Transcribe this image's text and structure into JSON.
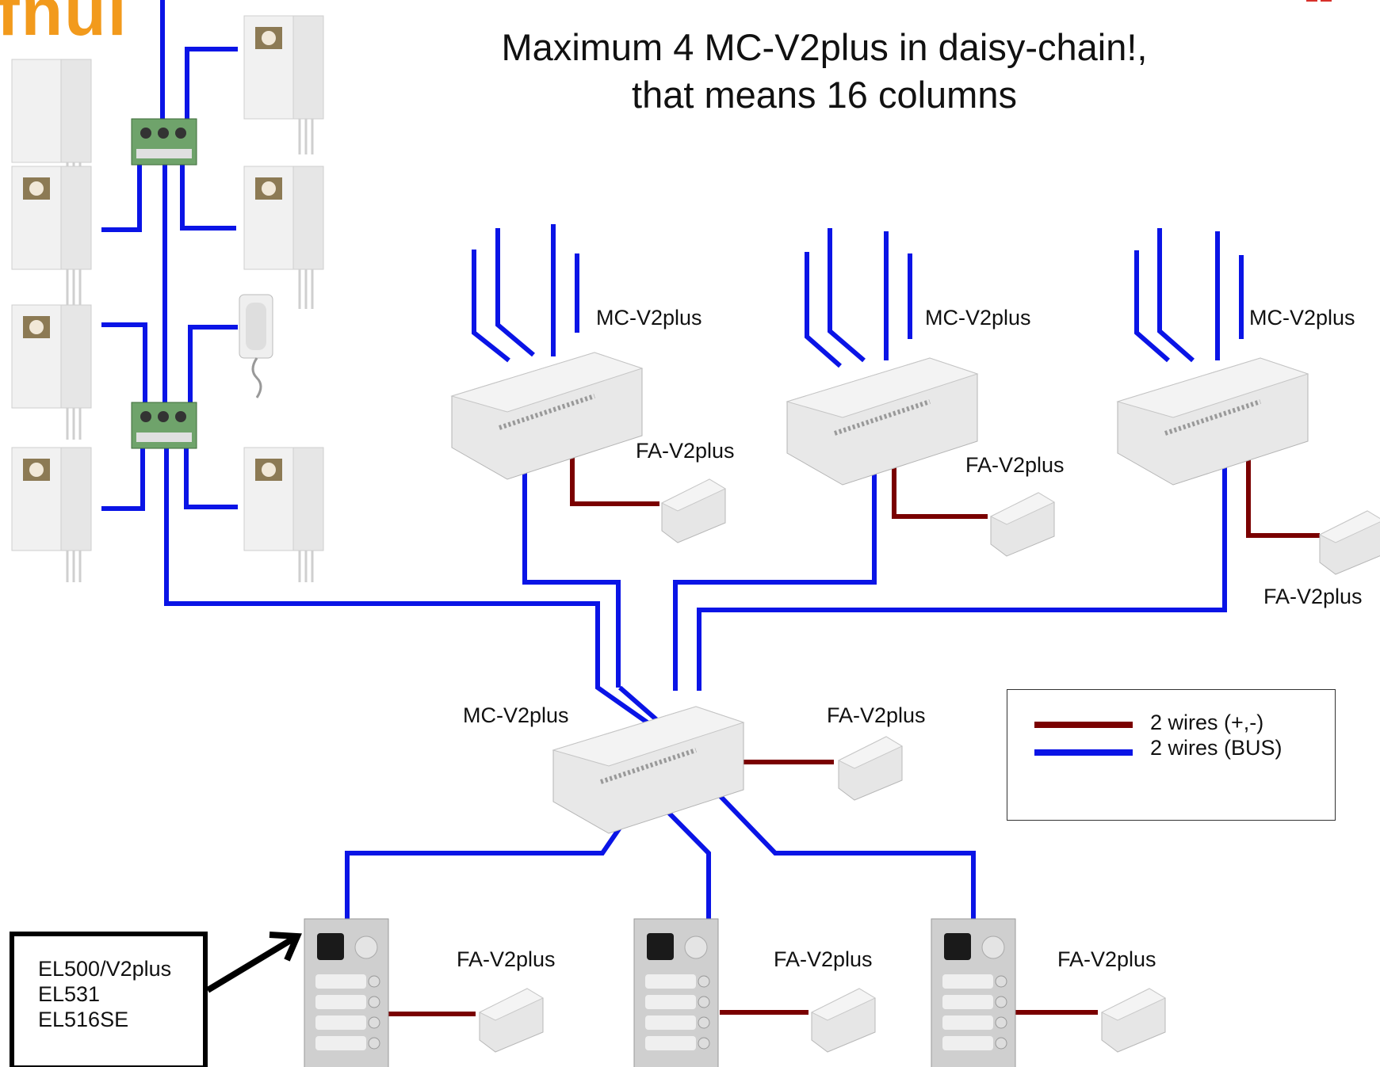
{
  "title": {
    "line1": "Maximum 4 MC-V2plus in daisy-chain!,",
    "line2": "that means 16 columns"
  },
  "labels": {
    "mc1": "MC-V2plus",
    "mc2": "MC-V2plus",
    "mc3": "MC-V2plus",
    "mc_main": "MC-V2plus",
    "fa1": "FA-V2plus",
    "fa2": "FA-V2plus",
    "fa3": "FA-V2plus",
    "fa_main": "FA-V2plus",
    "fa_panel1": "FA-V2plus",
    "fa_panel2": "FA-V2plus",
    "fa_panel3": "FA-V2plus"
  },
  "legend": {
    "power_label": "2 wires (+,-)",
    "bus_label": "2 wires (BUS)",
    "power_color": "#7a0000",
    "bus_color": "#0a14e6"
  },
  "callout": {
    "lines": [
      "EL500/V2plus",
      "EL531",
      "EL516SE"
    ]
  },
  "logo": {
    "text": "fnul"
  }
}
